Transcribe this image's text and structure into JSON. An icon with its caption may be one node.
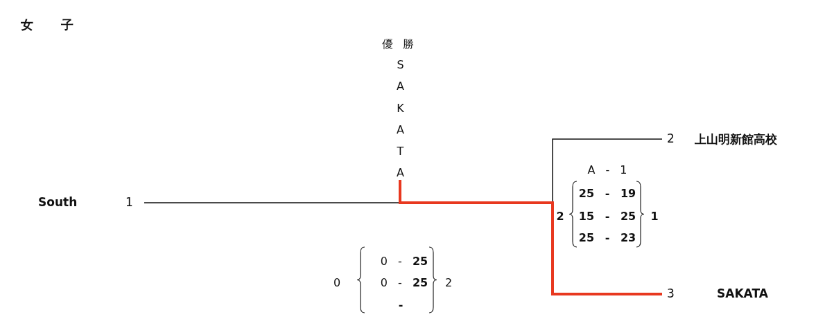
{
  "diagram": {
    "title": "女子",
    "nodes": [
      {
        "text": [
          "South"
        ],
        "beside": [
          "1"
        ]
      },
      {
        "text": [
          "上山明新館高校"
        ],
        "beside": [
          "2"
        ]
      },
      {
        "text": [
          "SAKATA"
        ],
        "beside": [
          "3"
        ]
      },
      {
        "text": [
          "優勝",
          "SAKATA"
        ]
      }
    ],
    "edges": [
      {
        "from": 0,
        "to": 3,
        "arrow": "none"
      },
      {
        "from": 1,
        "to": 3,
        "arrow": "none"
      },
      {
        "from": 2,
        "to": 3,
        "arrow": "none",
        "style": "thick",
        "color": "#e8381f"
      }
    ],
    "labels": [
      "A - 1",
      "25 - 19",
      "2",
      "15 - 25",
      "1",
      "25 - 23",
      "0 - **25**",
      "0",
      "0 - **25**",
      "2",
      "-"
    ]
  }
}
